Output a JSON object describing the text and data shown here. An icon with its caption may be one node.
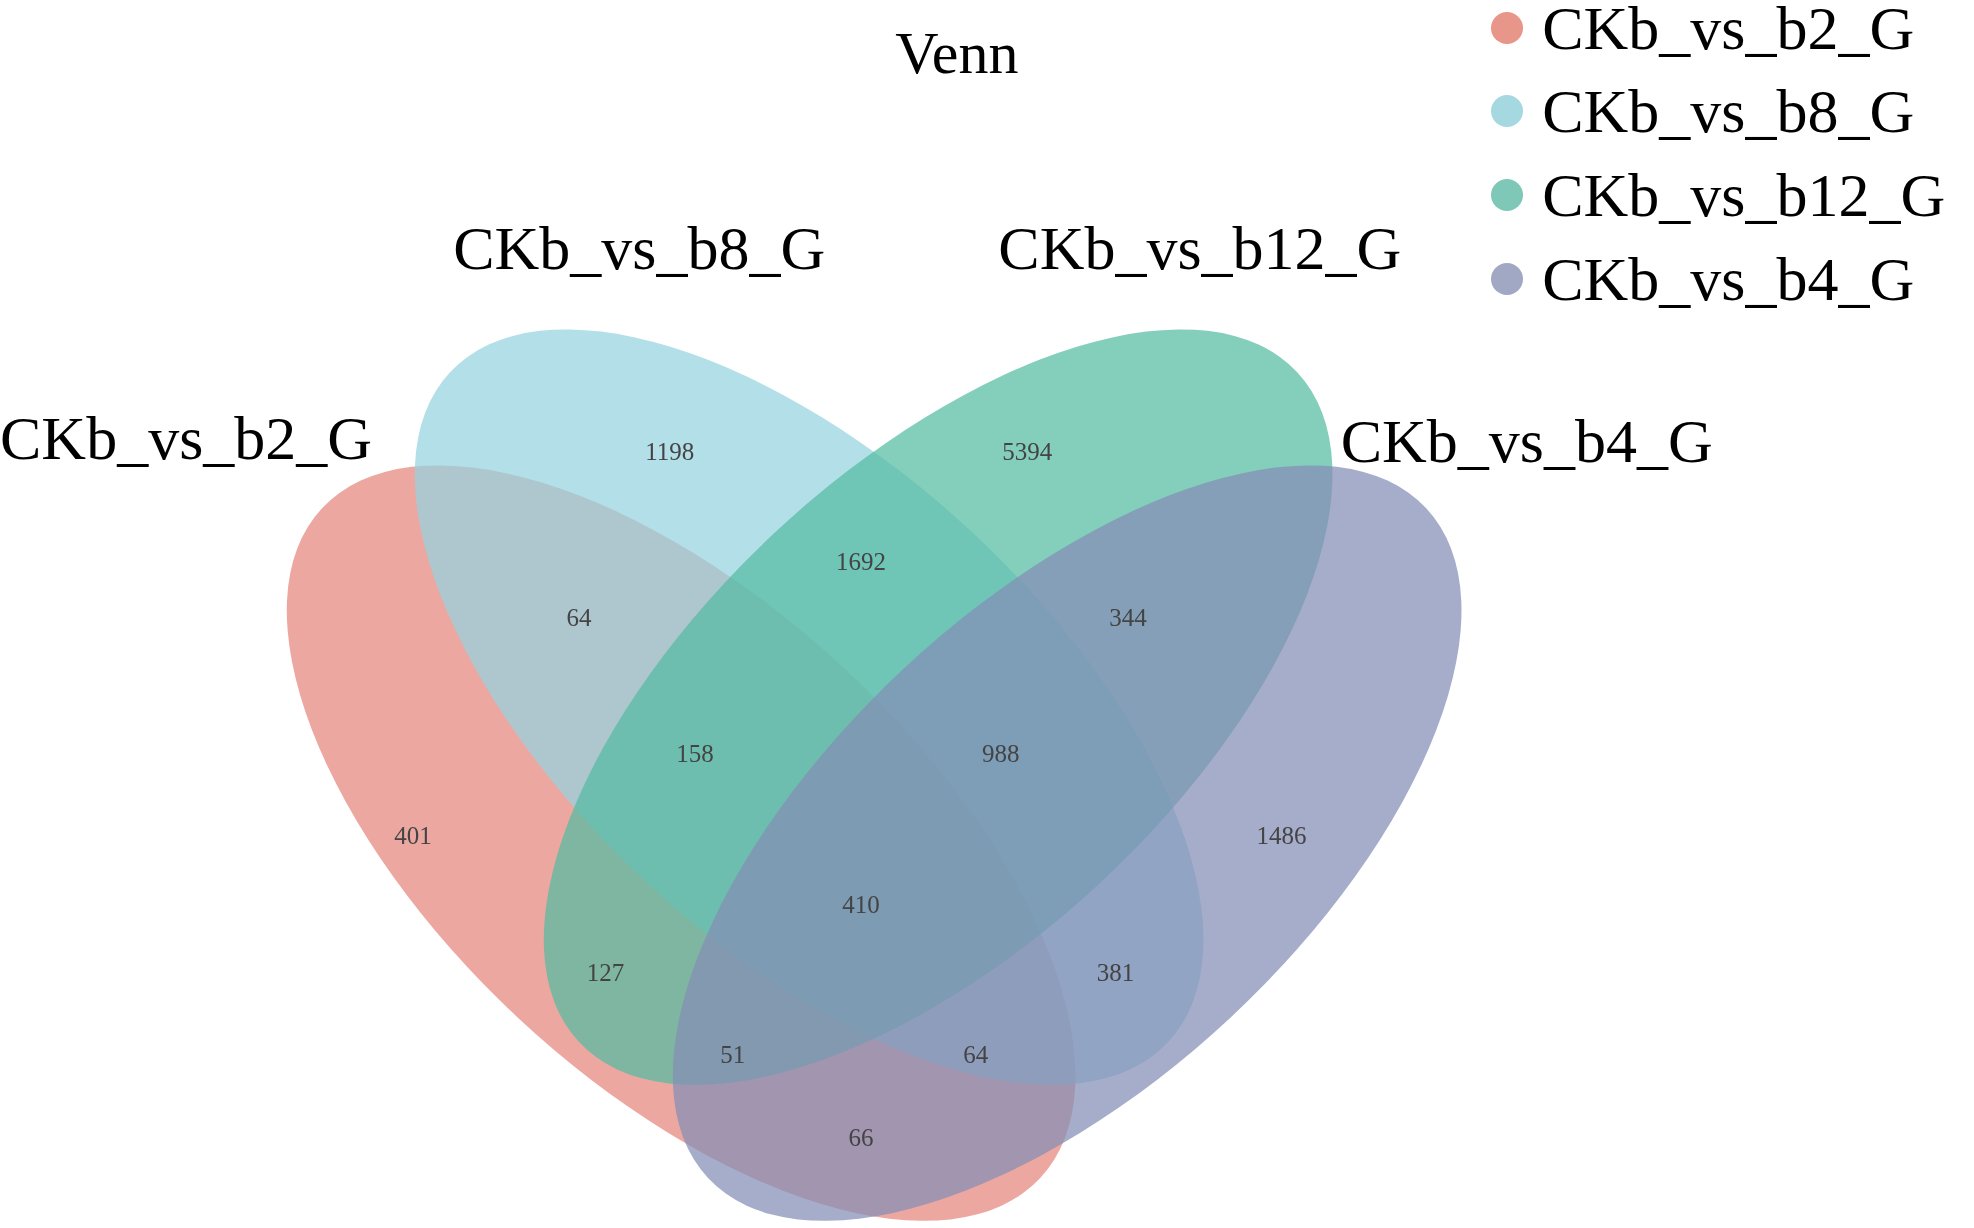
{
  "diagram": {
    "title": "Venn",
    "nodes": [
      {
        "text": [
          "CKb_vs_b2_G"
        ]
      },
      {
        "text": [
          "CKb_vs_b8_G"
        ]
      },
      {
        "text": [
          "CKb_vs_b12_G"
        ]
      },
      {
        "text": [
          "CKb_vs_b4_G"
        ]
      }
    ],
    "labels": [
      "1198",
      "5394",
      "64",
      "1692",
      "344",
      "401",
      "158",
      "988",
      "1486",
      "410",
      "127",
      "381",
      "51",
      "64",
      "66"
    ],
    "legend": [
      {
        "text": "CKb_vs_b2_G",
        "color": "#e8968a"
      },
      {
        "text": "CKb_vs_b8_G",
        "color": "#a6d8e2"
      },
      {
        "text": "CKb_vs_b12_G",
        "color": "#7fc8b8"
      },
      {
        "text": "CKb_vs_b4_G",
        "color": "#a0a8c4"
      }
    ]
  }
}
